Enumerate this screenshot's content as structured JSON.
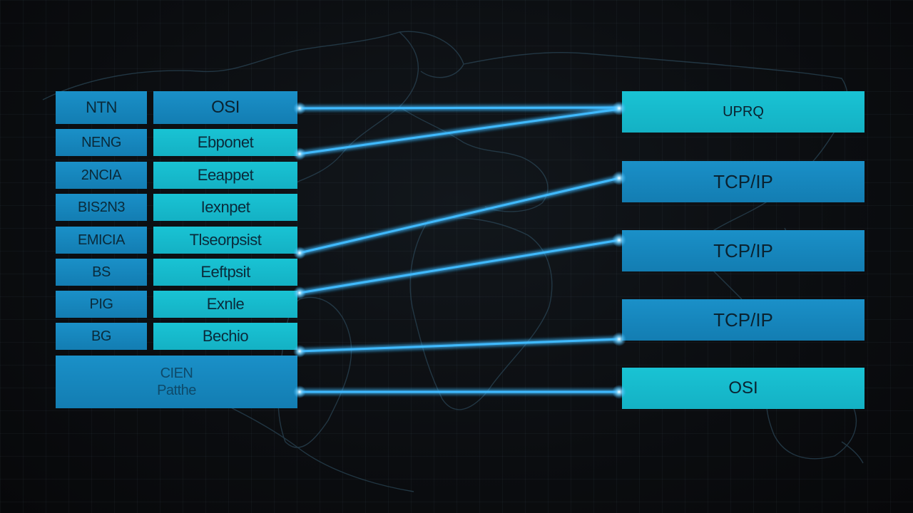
{
  "left_table": {
    "header": {
      "col1": "NTN",
      "col2": "OSI"
    },
    "rows": [
      {
        "col1": "NENG",
        "col2": "Ebponet"
      },
      {
        "col1": "2NCIA",
        "col2": "Eeappet"
      },
      {
        "col1": "BIS2N3",
        "col2": "Iexnpet"
      },
      {
        "col1": "EMICIA",
        "col2": "Tlseorpsist"
      },
      {
        "col1": "BS",
        "col2": "Eeftpsit"
      },
      {
        "col1": "PIG",
        "col2": "Exnle"
      },
      {
        "col1": "BG",
        "col2": "Bechio"
      }
    ],
    "footer": {
      "line1": "CIEN",
      "line2": "Patthe"
    }
  },
  "right_stack": [
    {
      "label": "UPRQ"
    },
    {
      "label": "TCP/IP"
    },
    {
      "label": "TCP/IP"
    },
    {
      "label": "TCP/IP"
    },
    {
      "label": "OSI"
    }
  ],
  "colors": {
    "background": "#0b0d10",
    "blue": "#1a90c8",
    "teal": "#19c3d4",
    "link": "#38b6ff",
    "map_line": "#2a4a5a"
  }
}
